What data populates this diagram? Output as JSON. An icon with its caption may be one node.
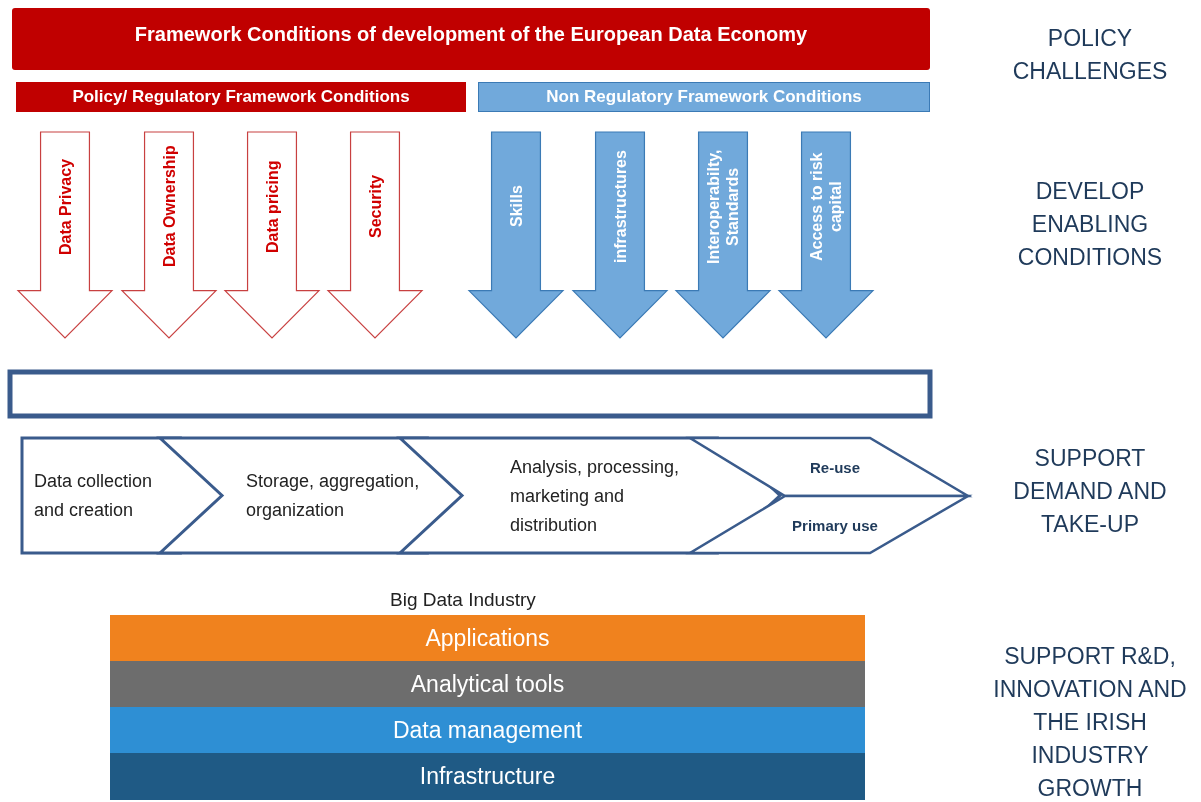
{
  "diagram": {
    "nodes": [
      {
        "text": [
          "Framework Conditions of development of the European Data Economy"
        ]
      },
      {
        "text": [
          "Policy/ Regulatory Framework Conditions"
        ]
      },
      {
        "text": [
          "Non Regulatory Framework Conditions"
        ]
      },
      {
        "text": [
          "Data Privacy"
        ]
      },
      {
        "text": [
          "Data Ownership"
        ]
      },
      {
        "text": [
          "Data pricing"
        ]
      },
      {
        "text": [
          "Security"
        ]
      },
      {
        "text": [
          "Skills"
        ]
      },
      {
        "text": [
          "infrastructures"
        ]
      },
      {
        "text": [
          "Interoperabilty, Standards"
        ]
      },
      {
        "text": [
          "Access to risk capital"
        ]
      },
      {
        "text": [],
        "shape": "bar"
      },
      {
        "text": [
          "Data collection and creation"
        ]
      },
      {
        "text": [
          "Storage, aggregation, organization"
        ]
      },
      {
        "text": [
          "Analysis, processing, marketing and distribution"
        ]
      },
      {
        "text": [
          "Re-use"
        ]
      },
      {
        "text": [
          "Primary use"
        ]
      },
      {
        "text": [
          "Applications"
        ]
      },
      {
        "text": [
          "Analytical tools"
        ]
      },
      {
        "text": [
          "Data management"
        ]
      },
      {
        "text": [
          "Infrastructure"
        ]
      }
    ],
    "edges": [],
    "labels": [
      "POLICY CHALLENGES",
      "DEVELOP ENABLING CONDITIONS",
      "SUPPORT DEMAND AND TAKE-UP",
      "Big Data Industry",
      "SUPPORT R&D, INNOVATION AND THE IRISH INDUSTRY GROWTH"
    ]
  }
}
